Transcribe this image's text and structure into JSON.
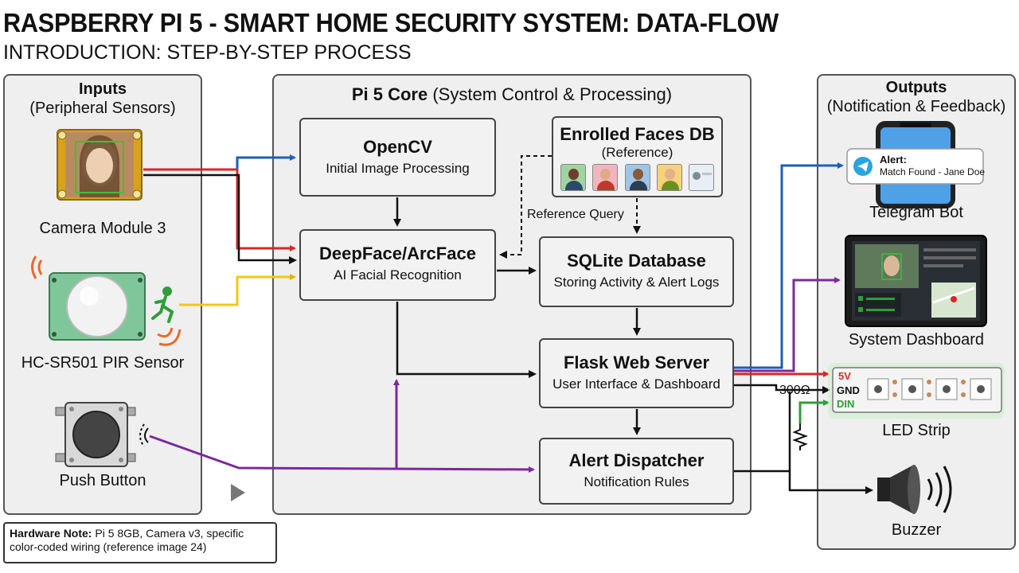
{
  "header": {
    "title": "RASPBERRY PI 5 - SMART HOME SECURITY SYSTEM: DATA-FLOW",
    "subtitle": "INTRODUCTION: STEP-BY-STEP PROCESS"
  },
  "inputs": {
    "heading": "Inputs",
    "subheading": "(Peripheral Sensors)",
    "camera_label": "Camera Module 3",
    "pir_label": "HC-SR501 PIR Sensor",
    "button_label": "Push Button"
  },
  "core": {
    "heading_bold": "Pi 5 Core",
    "heading_rest": "(System Control & Processing)",
    "opencv": {
      "title": "OpenCV",
      "subtitle": "Initial Image Processing"
    },
    "faces_db": {
      "title": "Enrolled Faces DB",
      "subtitle": "(Reference)"
    },
    "reference_query": "Reference Query",
    "deepface": {
      "title": "DeepFace/ArcFace",
      "subtitle": "AI Facial Recognition"
    },
    "sqlite": {
      "title": "SQLite Database",
      "subtitle": "Storing Activity & Alert Logs"
    },
    "flask": {
      "title": "Flask Web Server",
      "subtitle": "User Interface & Dashboard"
    },
    "dispatcher": {
      "title": "Alert Dispatcher",
      "subtitle": "Notification Rules"
    }
  },
  "outputs": {
    "heading": "Outputs",
    "subheading": "(Notification & Feedback)",
    "telegram_label": "Telegram Bot",
    "alert_title": "Alert:",
    "alert_text": "Match Found - Jane Doe",
    "dashboard_label": "System Dashboard",
    "led_label": "LED Strip",
    "led_pins": {
      "v5": "5V",
      "gnd": "GND",
      "din": "DIN"
    },
    "resistor": "300Ω",
    "buzzer_label": "Buzzer"
  },
  "note": {
    "bold": "Hardware Note:",
    "text": " Pi 5 8GB, Camera v3, specific color-coded wiring (reference image 24)"
  },
  "colors": {
    "red": "#d62828",
    "blue": "#1f5fb4",
    "yellow": "#f2c80f",
    "purple": "#7b2a9a",
    "green": "#2e9e3a",
    "black": "#111111"
  }
}
